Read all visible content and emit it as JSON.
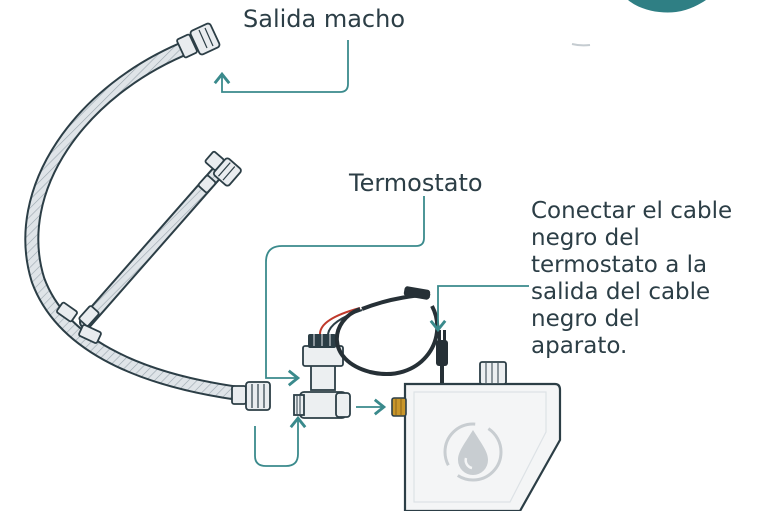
{
  "labels": {
    "male_outlet": "Salida macho",
    "thermostat": "Termostato",
    "connect_lines": [
      "Conectar el cable",
      "negro del",
      "termostato a la",
      "salida del cable",
      "negro del",
      "aparato."
    ]
  },
  "colors": {
    "ink": "#2c3e46",
    "accent": "#3a8a8c",
    "device_fill": "#f4f5f6",
    "hose_fill": "#d7dde2",
    "brass": "#c9962a",
    "cable": "#263036",
    "wire_red": "#c0392b"
  }
}
